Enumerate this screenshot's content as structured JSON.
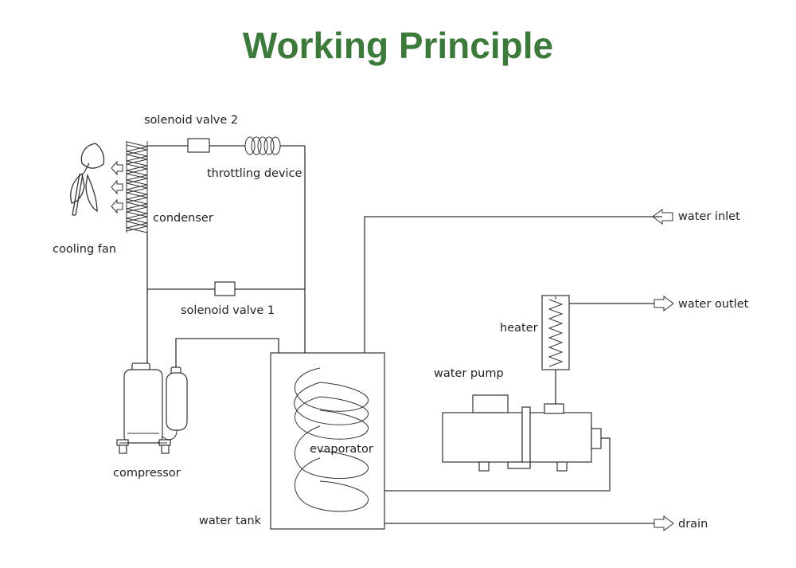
{
  "title": "Working Principle",
  "colors": {
    "title": "#3b7a3a",
    "line": "#333333"
  },
  "labels": {
    "solenoid_valve_2": "solenoid valve 2",
    "throttling_device": "throttling device",
    "condenser": "condenser",
    "cooling_fan": "cooling fan",
    "solenoid_valve_1": "solenoid valve 1",
    "compressor": "compressor",
    "evaporator": "evaporator",
    "water_tank": "water tank",
    "water_inlet": "water inlet",
    "water_outlet": "water outlet",
    "heater": "heater",
    "water_pump": "water pump",
    "drain": "drain"
  }
}
